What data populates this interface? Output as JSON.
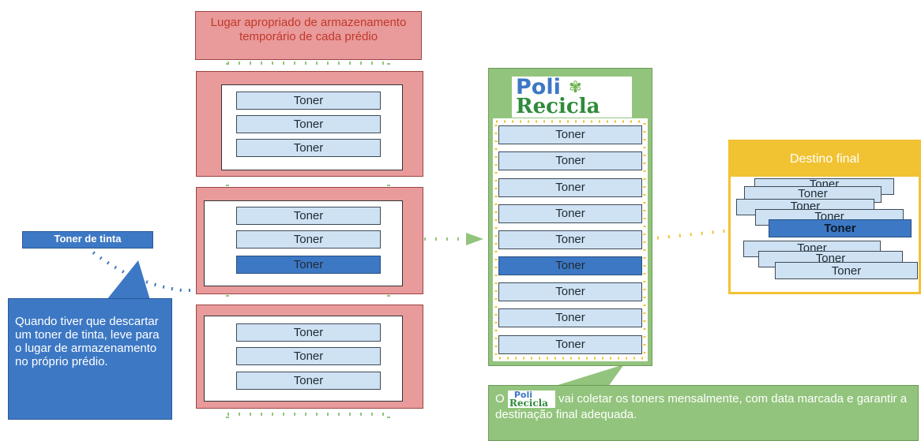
{
  "header_note": "Lugar apropriado de armazenamento temporário de cada prédio",
  "toner_label": "Toner",
  "ink_tag": "Toner de tinta",
  "instruction": "Quando tiver que descartar um toner de tinta, leve para o lugar de armazenamento no próprio prédio.",
  "logo": {
    "line1": "Poli",
    "line2": "Recicla",
    "flower": "✾"
  },
  "destination_title": "Destino final",
  "collection_note_start": "O",
  "collection_note_rest": "vai coletar os toners mensalmente, com data marcada e garantir a destinação final adequada.",
  "colors": {
    "building": "#e99a9a",
    "toner": "#cfe2f3",
    "toner_highlight": "#3d78c4",
    "green": "#93c47d",
    "yellow": "#f1c232"
  }
}
